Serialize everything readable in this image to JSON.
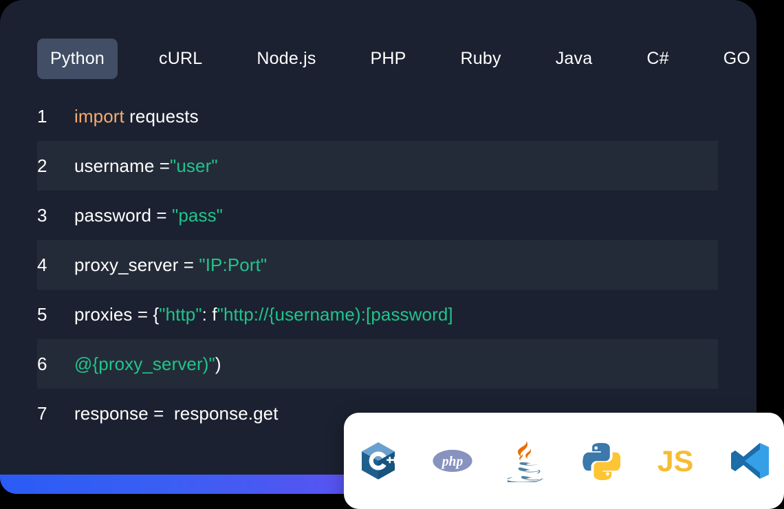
{
  "panel": {
    "background": "#1b2130",
    "stripe_color": "#242b38"
  },
  "tabs": {
    "active_background": "#414e66",
    "items": [
      {
        "label": "Python",
        "active": true
      },
      {
        "label": "cURL",
        "active": false
      },
      {
        "label": "Node.js",
        "active": false
      },
      {
        "label": "PHP",
        "active": false
      },
      {
        "label": "Ruby",
        "active": false
      },
      {
        "label": "Java",
        "active": false
      },
      {
        "label": "C#",
        "active": false
      },
      {
        "label": "GO",
        "active": false
      }
    ]
  },
  "code": {
    "keyword_color": "#f7ab72",
    "string_color": "#1fc58a",
    "text_color": "#ffffff",
    "lines": [
      {
        "number": "1",
        "striped": false,
        "tokens": [
          {
            "t": "import",
            "c": "kw"
          },
          {
            "t": " requests",
            "c": ""
          }
        ]
      },
      {
        "number": "2",
        "striped": true,
        "tokens": [
          {
            "t": "username =",
            "c": ""
          },
          {
            "t": "\"user\"",
            "c": "str"
          }
        ]
      },
      {
        "number": "3",
        "striped": false,
        "tokens": [
          {
            "t": "password = ",
            "c": ""
          },
          {
            "t": "\"pass\"",
            "c": "str"
          }
        ]
      },
      {
        "number": "4",
        "striped": true,
        "tokens": [
          {
            "t": "proxy_server = ",
            "c": ""
          },
          {
            "t": "\"IP:Port\"",
            "c": "str"
          }
        ]
      },
      {
        "number": "5",
        "striped": false,
        "tokens": [
          {
            "t": "proxies = {",
            "c": ""
          },
          {
            "t": "\"http\"",
            "c": "str"
          },
          {
            "t": ": f",
            "c": ""
          },
          {
            "t": "\"http://{username):[password]",
            "c": "str"
          }
        ]
      },
      {
        "number": "6",
        "striped": true,
        "tokens": [
          {
            "t": "@{proxy_server)\"",
            "c": "str"
          },
          {
            "t": ")",
            "c": ""
          }
        ]
      },
      {
        "number": "7",
        "striped": false,
        "tokens": [
          {
            "t": "response =  response.get",
            "c": ""
          }
        ]
      }
    ]
  },
  "gradient_bar": {
    "from": "#2a5cf5",
    "to": "#a83ced"
  },
  "logo_card": {
    "background": "#ffffff",
    "logos": [
      {
        "name": "cplusplus-icon",
        "label": "C++"
      },
      {
        "name": "php-icon",
        "label": "php"
      },
      {
        "name": "java-icon",
        "label": "Java"
      },
      {
        "name": "python-icon",
        "label": "Python"
      },
      {
        "name": "javascript-icon",
        "label": "JS"
      },
      {
        "name": "vscode-icon",
        "label": "VS Code"
      }
    ]
  }
}
